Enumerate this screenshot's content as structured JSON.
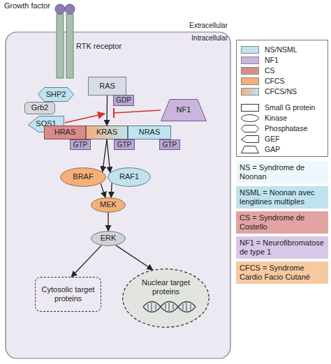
{
  "diagram": {
    "nodes": [
      {
        "text": [
          "SHP2"
        ]
      },
      {
        "text": [
          "Grb2"
        ]
      },
      {
        "text": [
          "SOS1"
        ]
      },
      {
        "text": [
          "RAS"
        ]
      },
      {
        "text": [
          "GDP"
        ]
      },
      {
        "text": [
          "NF1"
        ]
      },
      {
        "text": [
          "HRAS"
        ]
      },
      {
        "text": [
          "GTP"
        ]
      },
      {
        "text": [
          "KRAS"
        ]
      },
      {
        "text": [
          "GTP"
        ]
      },
      {
        "text": [
          "NRAS"
        ]
      },
      {
        "text": [
          "GTP"
        ]
      },
      {
        "text": [
          "BRAF"
        ]
      },
      {
        "text": [
          "RAF1"
        ]
      },
      {
        "text": [
          "MEK"
        ]
      },
      {
        "text": [
          "ERK"
        ]
      },
      {
        "text": [
          "Cytosolic target proteins"
        ]
      },
      {
        "text": [
          "Nuclear target proteins"
        ]
      },
      {
        "text": [
          "NS = Syndrome de Noonan"
        ]
      },
      {
        "text": [
          "NSML = Noonan avec lengitines multiples"
        ]
      },
      {
        "text": [
          "CS = Syndrome de Costello"
        ]
      },
      {
        "text": [
          "NF1 = Neurofibromatose de type 1"
        ]
      },
      {
        "text": [
          "CFCS = Syndrome Cardio Facio Cutané"
        ]
      }
    ],
    "edges": [
      {
        "from": 3,
        "to": 8,
        "arrow": "to"
      },
      {
        "from": 8,
        "to": 12,
        "arrow": "to"
      },
      {
        "from": 8,
        "to": 13,
        "arrow": "to"
      },
      {
        "from": 12,
        "to": 14,
        "arrow": "to"
      },
      {
        "from": 13,
        "to": 14,
        "arrow": "to"
      },
      {
        "from": 14,
        "to": 15,
        "arrow": "to"
      },
      {
        "from": 15,
        "to": 16,
        "arrow": "to"
      },
      {
        "from": 15,
        "to": 17,
        "arrow": "to"
      }
    ],
    "labels": [
      "Growth factor",
      "Extracellular",
      "Intracellular",
      "RTK receptor"
    ],
    "legend": [
      {
        "text": "NS/NSML",
        "color": "#bfe3ef"
      },
      {
        "text": "NF1",
        "color": "#c9b5dd"
      },
      {
        "text": "CS",
        "color": "#d98b8b"
      },
      {
        "text": "CFCS",
        "color": "#f4b07a"
      },
      {
        "text": "CFCS/NS"
      },
      {
        "text": "Small G protein"
      },
      {
        "text": "Kinase"
      },
      {
        "text": "Phosphatase"
      },
      {
        "text": "GEF"
      },
      {
        "text": "GAP"
      }
    ]
  }
}
